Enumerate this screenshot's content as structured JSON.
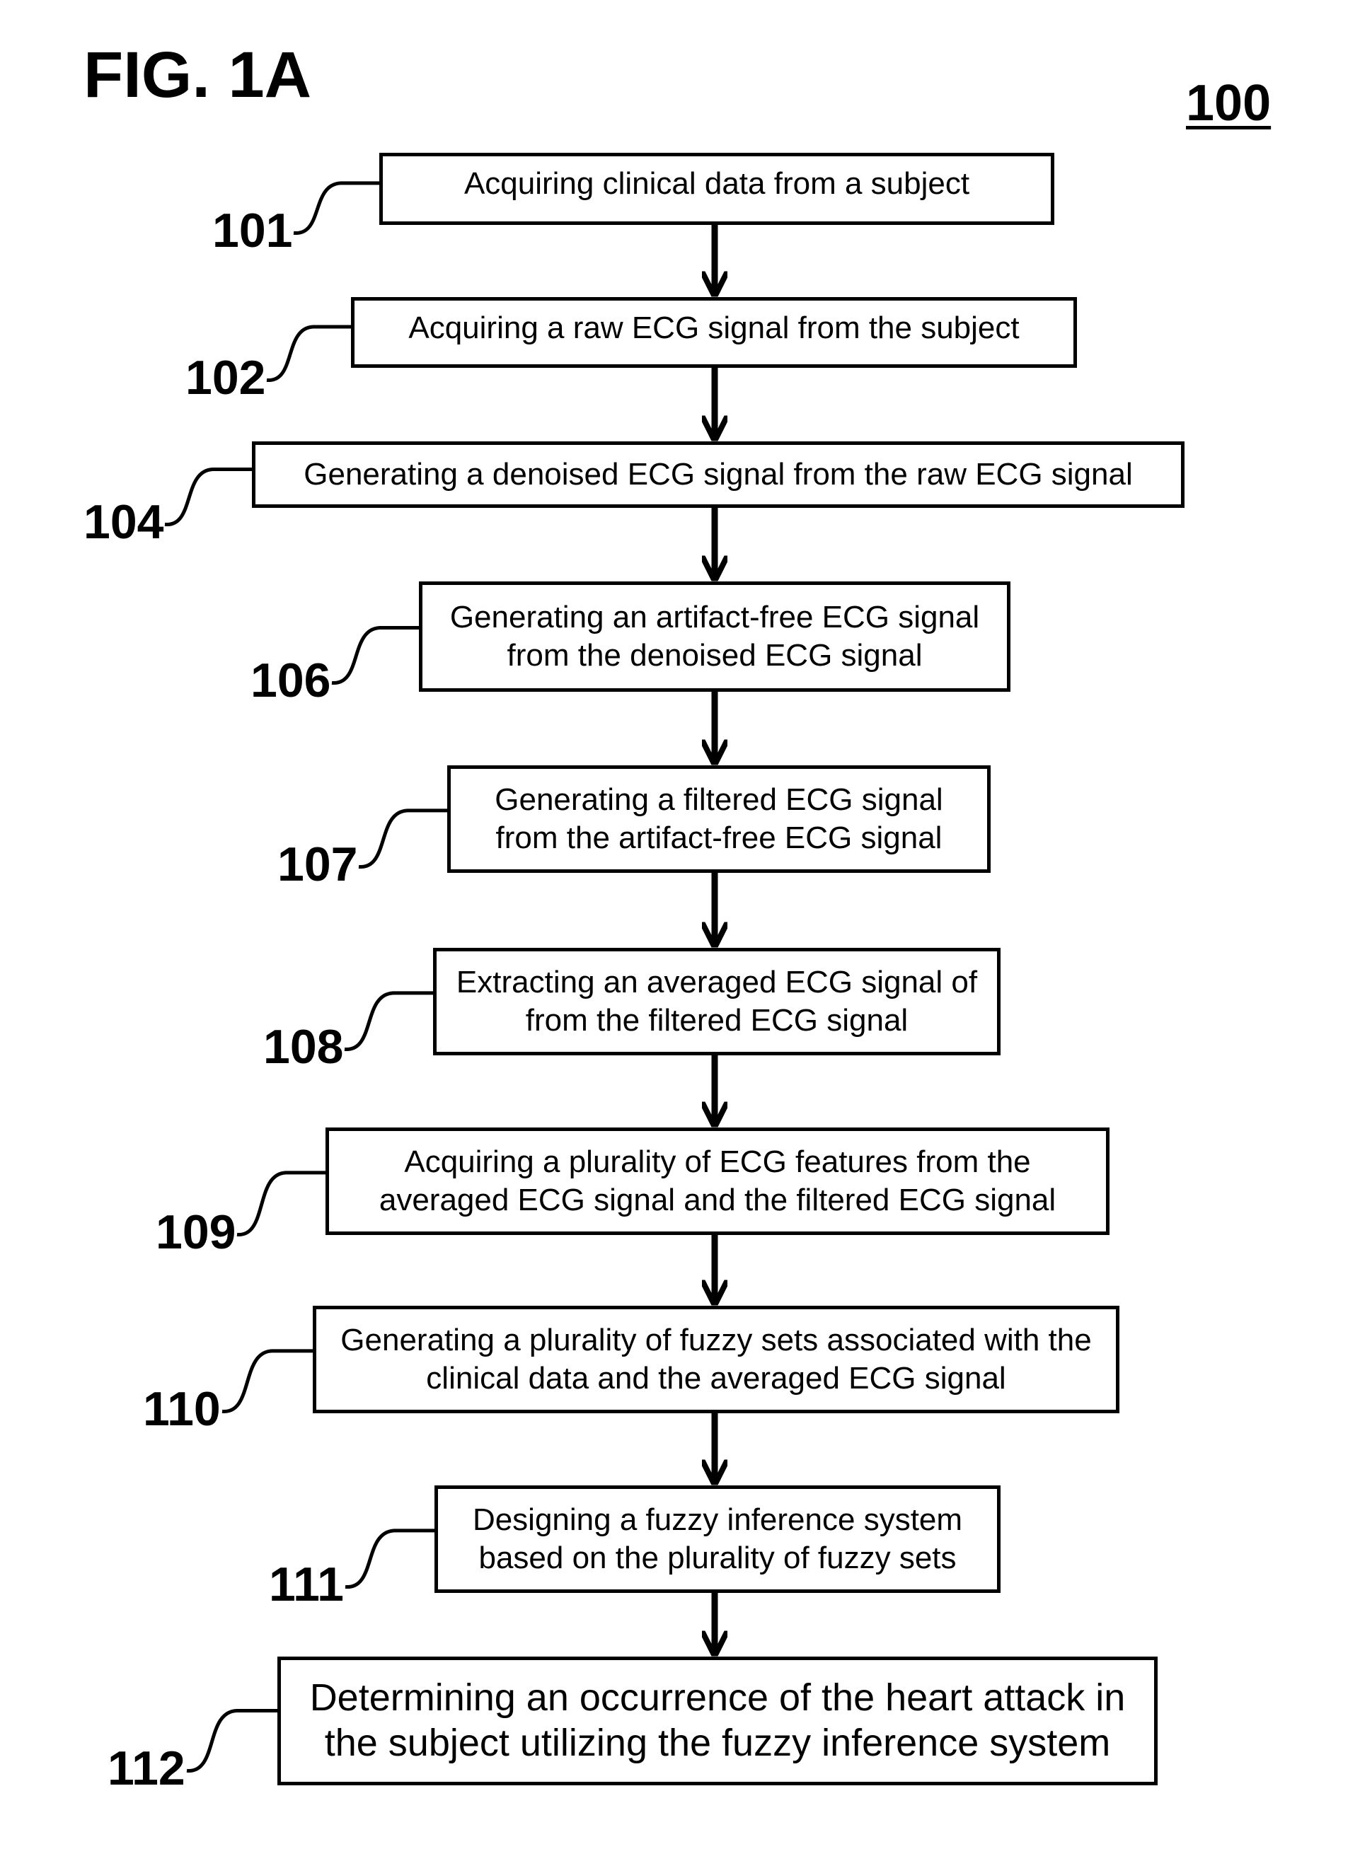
{
  "figure": {
    "title": "FIG. 1A",
    "number": "100"
  },
  "steps": [
    {
      "id": "101",
      "label": "101",
      "text": "Acquiring clinical data from a subject"
    },
    {
      "id": "102",
      "label": "102",
      "text": "Acquiring a raw ECG signal from the subject"
    },
    {
      "id": "104",
      "label": "104",
      "text": "Generating a denoised ECG signal from the raw ECG signal"
    },
    {
      "id": "106",
      "label": "106",
      "text": "Generating an artifact-free ECG signal from the denoised ECG signal"
    },
    {
      "id": "107",
      "label": "107",
      "text": "Generating a filtered ECG signal from the artifact-free ECG signal"
    },
    {
      "id": "108",
      "label": "108",
      "text": "Extracting an averaged ECG signal of from the filtered ECG signal"
    },
    {
      "id": "109",
      "label": "109",
      "text": "Acquiring a plurality of ECG features from the averaged ECG signal and the filtered ECG signal"
    },
    {
      "id": "110",
      "label": "110",
      "text": "Generating a plurality of fuzzy sets associated with the clinical data and the averaged ECG signal"
    },
    {
      "id": "111",
      "label": "111",
      "text": "Designing a fuzzy inference system based on the plurality of fuzzy sets"
    },
    {
      "id": "112",
      "label": "112",
      "text": "Determining an occurrence of the heart attack in the subject utilizing the fuzzy inference system"
    }
  ]
}
